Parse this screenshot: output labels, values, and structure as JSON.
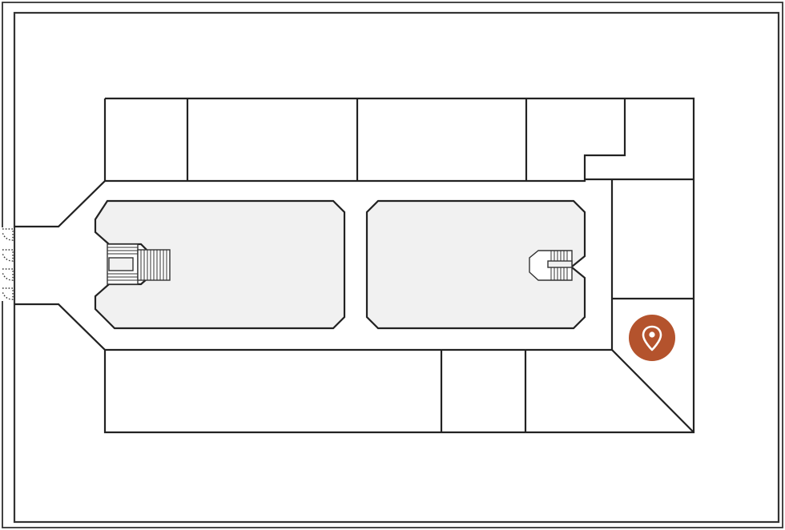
{
  "map": {
    "colors": {
      "background": "#ffffff",
      "wall": "#222222",
      "hall_fill": "#f1f1f1",
      "marker": "#b4532d",
      "marker_glyph": "#ffffff"
    },
    "marker": {
      "icon": "location-pin-icon"
    },
    "rooms": [
      "room-top-1",
      "room-top-2",
      "room-top-3",
      "room-top-4",
      "room-top-5",
      "room-right-upper",
      "room-right-lower",
      "room-bottom-1",
      "room-bottom-2",
      "room-bottom-3"
    ],
    "halls": [
      "hall-left",
      "hall-right"
    ],
    "stairs": [
      "stair-left",
      "stair-right"
    ]
  }
}
